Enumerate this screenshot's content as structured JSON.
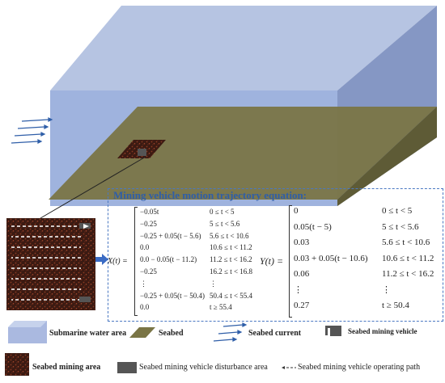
{
  "equation_title": "Mining vehicle motion trajectory equation:",
  "x_label": "X(t) =",
  "y_label": "Y(t) =",
  "x_equation": [
    {
      "expr": "−0.05t",
      "cond": "0 ≤ t < 5"
    },
    {
      "expr": "−0.25",
      "cond": "5 ≤ t < 5.6"
    },
    {
      "expr": "−0.25 + 0.05(t − 5.6)",
      "cond": "5.6 ≤ t < 10.6"
    },
    {
      "expr": "0.0",
      "cond": "10.6 ≤ t < 11.2"
    },
    {
      "expr": "0.0 − 0.05(t − 11.2)",
      "cond": "11.2 ≤ t < 16.2"
    },
    {
      "expr": "−0.25",
      "cond": "16.2 ≤ t < 16.8"
    },
    {
      "expr": "⋮",
      "cond": "⋮"
    },
    {
      "expr": "−0.25 + 0.05(t − 50.4)",
      "cond": "50.4 ≤ t < 55.4"
    },
    {
      "expr": "0.0",
      "cond": "t ≥ 55.4"
    }
  ],
  "y_equation": [
    {
      "expr": "0",
      "cond": "0 ≤ t < 5"
    },
    {
      "expr": "0.05(t − 5)",
      "cond": "5 ≤ t < 5.6"
    },
    {
      "expr": "0.03",
      "cond": "5.6 ≤ t < 10.6"
    },
    {
      "expr": "0.03 + 0.05(t − 10.6)",
      "cond": "10.6 ≤ t < 11.2"
    },
    {
      "expr": "0.06",
      "cond": "11.2 ≤ t < 16.2"
    },
    {
      "expr": "⋮",
      "cond": "⋮"
    },
    {
      "expr": "0.27",
      "cond": "t ≥ 50.4"
    }
  ],
  "legend": {
    "water": "Submarine water area",
    "seabed": "Seabed",
    "current": "Seabed  current",
    "vehicle": "Seabed mining vehicle",
    "mining_area": "Seabed mining area",
    "disturbance": "Seabed mining vehicle disturbance area",
    "path": "Seabed mining vehicle operating path"
  },
  "colors": {
    "water_top": "#b6c4e2",
    "water_front": "#9fb3de",
    "water_side": "#8597c4",
    "seabed": "#7a7546",
    "mining_area": "#4a1f14",
    "disturbance": "#555555",
    "current": "#2f5ea8",
    "equation_accent": "#2f5ea8",
    "path_arrow": "#ffffff"
  },
  "icons": {
    "current": "current-arrows-icon",
    "vehicle": "mining-vehicle-icon",
    "pointer": "right-arrow-icon"
  }
}
